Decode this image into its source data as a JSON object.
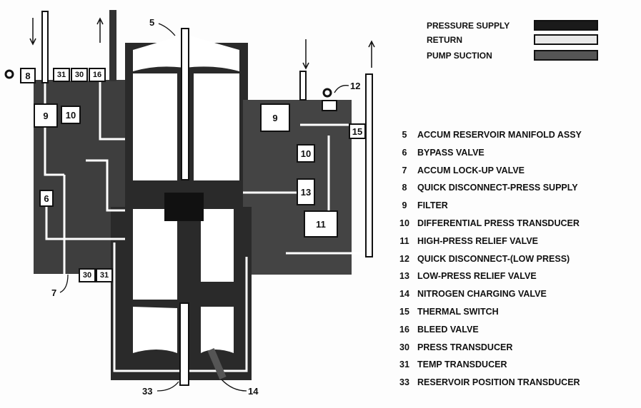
{
  "legend": [
    {
      "label": "PRESSURE SUPPLY",
      "color": "#1a1a1a"
    },
    {
      "label": "RETURN",
      "color": "#e8e8e8"
    },
    {
      "label": "PUMP SUCTION",
      "color": "#555555"
    }
  ],
  "items": [
    {
      "num": "5",
      "text": "ACCUM RESERVOIR MANIFOLD ASSY"
    },
    {
      "num": "6",
      "text": "BYPASS VALVE"
    },
    {
      "num": "7",
      "text": "ACCUM LOCK-UP VALVE"
    },
    {
      "num": "8",
      "text": "QUICK DISCONNECT-PRESS SUPPLY"
    },
    {
      "num": "9",
      "text": "FILTER"
    },
    {
      "num": "10",
      "text": "DIFFERENTIAL PRESS TRANSDUCER"
    },
    {
      "num": "11",
      "text": "HIGH-PRESS RELIEF VALVE"
    },
    {
      "num": "12",
      "text": "QUICK DISCONNECT-(LOW PRESS)"
    },
    {
      "num": "13",
      "text": "LOW-PRESS RELIEF VALVE"
    },
    {
      "num": "14",
      "text": "NITROGEN CHARGING VALVE"
    },
    {
      "num": "15",
      "text": "THERMAL SWITCH"
    },
    {
      "num": "16",
      "text": "BLEED VALVE"
    },
    {
      "num": "30",
      "text": "PRESS TRANSDUCER"
    },
    {
      "num": "31",
      "text": "TEMP TRANSDUCER"
    },
    {
      "num": "33",
      "text": "RESERVOIR POSITION TRANSDUCER"
    }
  ],
  "callouts": {
    "c5": "5",
    "c8": "8",
    "c31a": "31",
    "c30a": "30",
    "c16": "16",
    "c9a": "9",
    "c10a": "10",
    "c6": "6",
    "c7": "7",
    "c30b": "30",
    "c31b": "31",
    "c33": "33",
    "c14": "14",
    "c9b": "9",
    "c10b": "10",
    "c13": "13",
    "c11": "11",
    "c15": "15",
    "c12": "12"
  },
  "colors": {
    "body": "#3e3e3e",
    "dark": "#111111"
  }
}
